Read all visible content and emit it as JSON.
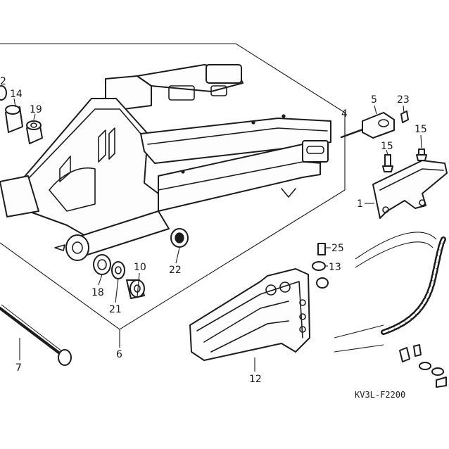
{
  "diagram": {
    "code": "KV3L-F2200",
    "callouts": {
      "c1": "1",
      "c2": "2",
      "c4": "4",
      "c5": "5",
      "c6": "6",
      "c7": "7",
      "c10": "10",
      "c12": "12",
      "c13": "13",
      "c14": "14",
      "c15a": "15",
      "c15b": "15",
      "c18": "18",
      "c19": "19",
      "c21": "21",
      "c22": "22",
      "c23": "23",
      "c25": "25"
    }
  }
}
